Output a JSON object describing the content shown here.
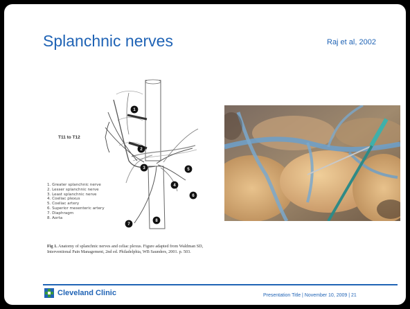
{
  "slide": {
    "title": "Splanchnic nerves",
    "citation": "Raj et al, 2002"
  },
  "figure": {
    "range_label": "T11 to T12",
    "markers": [
      "1",
      "2",
      "3",
      "4",
      "5",
      "6",
      "7",
      "8"
    ],
    "legend": [
      "1. Greater splanchnic nerve",
      "2. Lesser splanchnic nerve",
      "3. Least splanchnic nerve",
      "4. Coeliac plexus",
      "5. Coeliac artery",
      "6. Superior mesenteric artery",
      "7. Diaphragm",
      "8. Aorta"
    ],
    "caption_lead": "Fig 1.",
    "caption_body": "Anatomy of splanchnic nerves and celiac plexus. Figure adapted from Waldman SD, Interventional Pain Management, 2nd ed. Philadelphia, WB Saunders, 2001. p. 503."
  },
  "footer": {
    "logo_text": "Cleveland Clinic",
    "info": "Presentation Title  |  November 10, 2009  |  21"
  },
  "colors": {
    "brand_blue": "#1f63b5",
    "logo_green": "#3a9a3a"
  },
  "icons": {
    "logo": "cleveland-clinic-logo-icon"
  }
}
